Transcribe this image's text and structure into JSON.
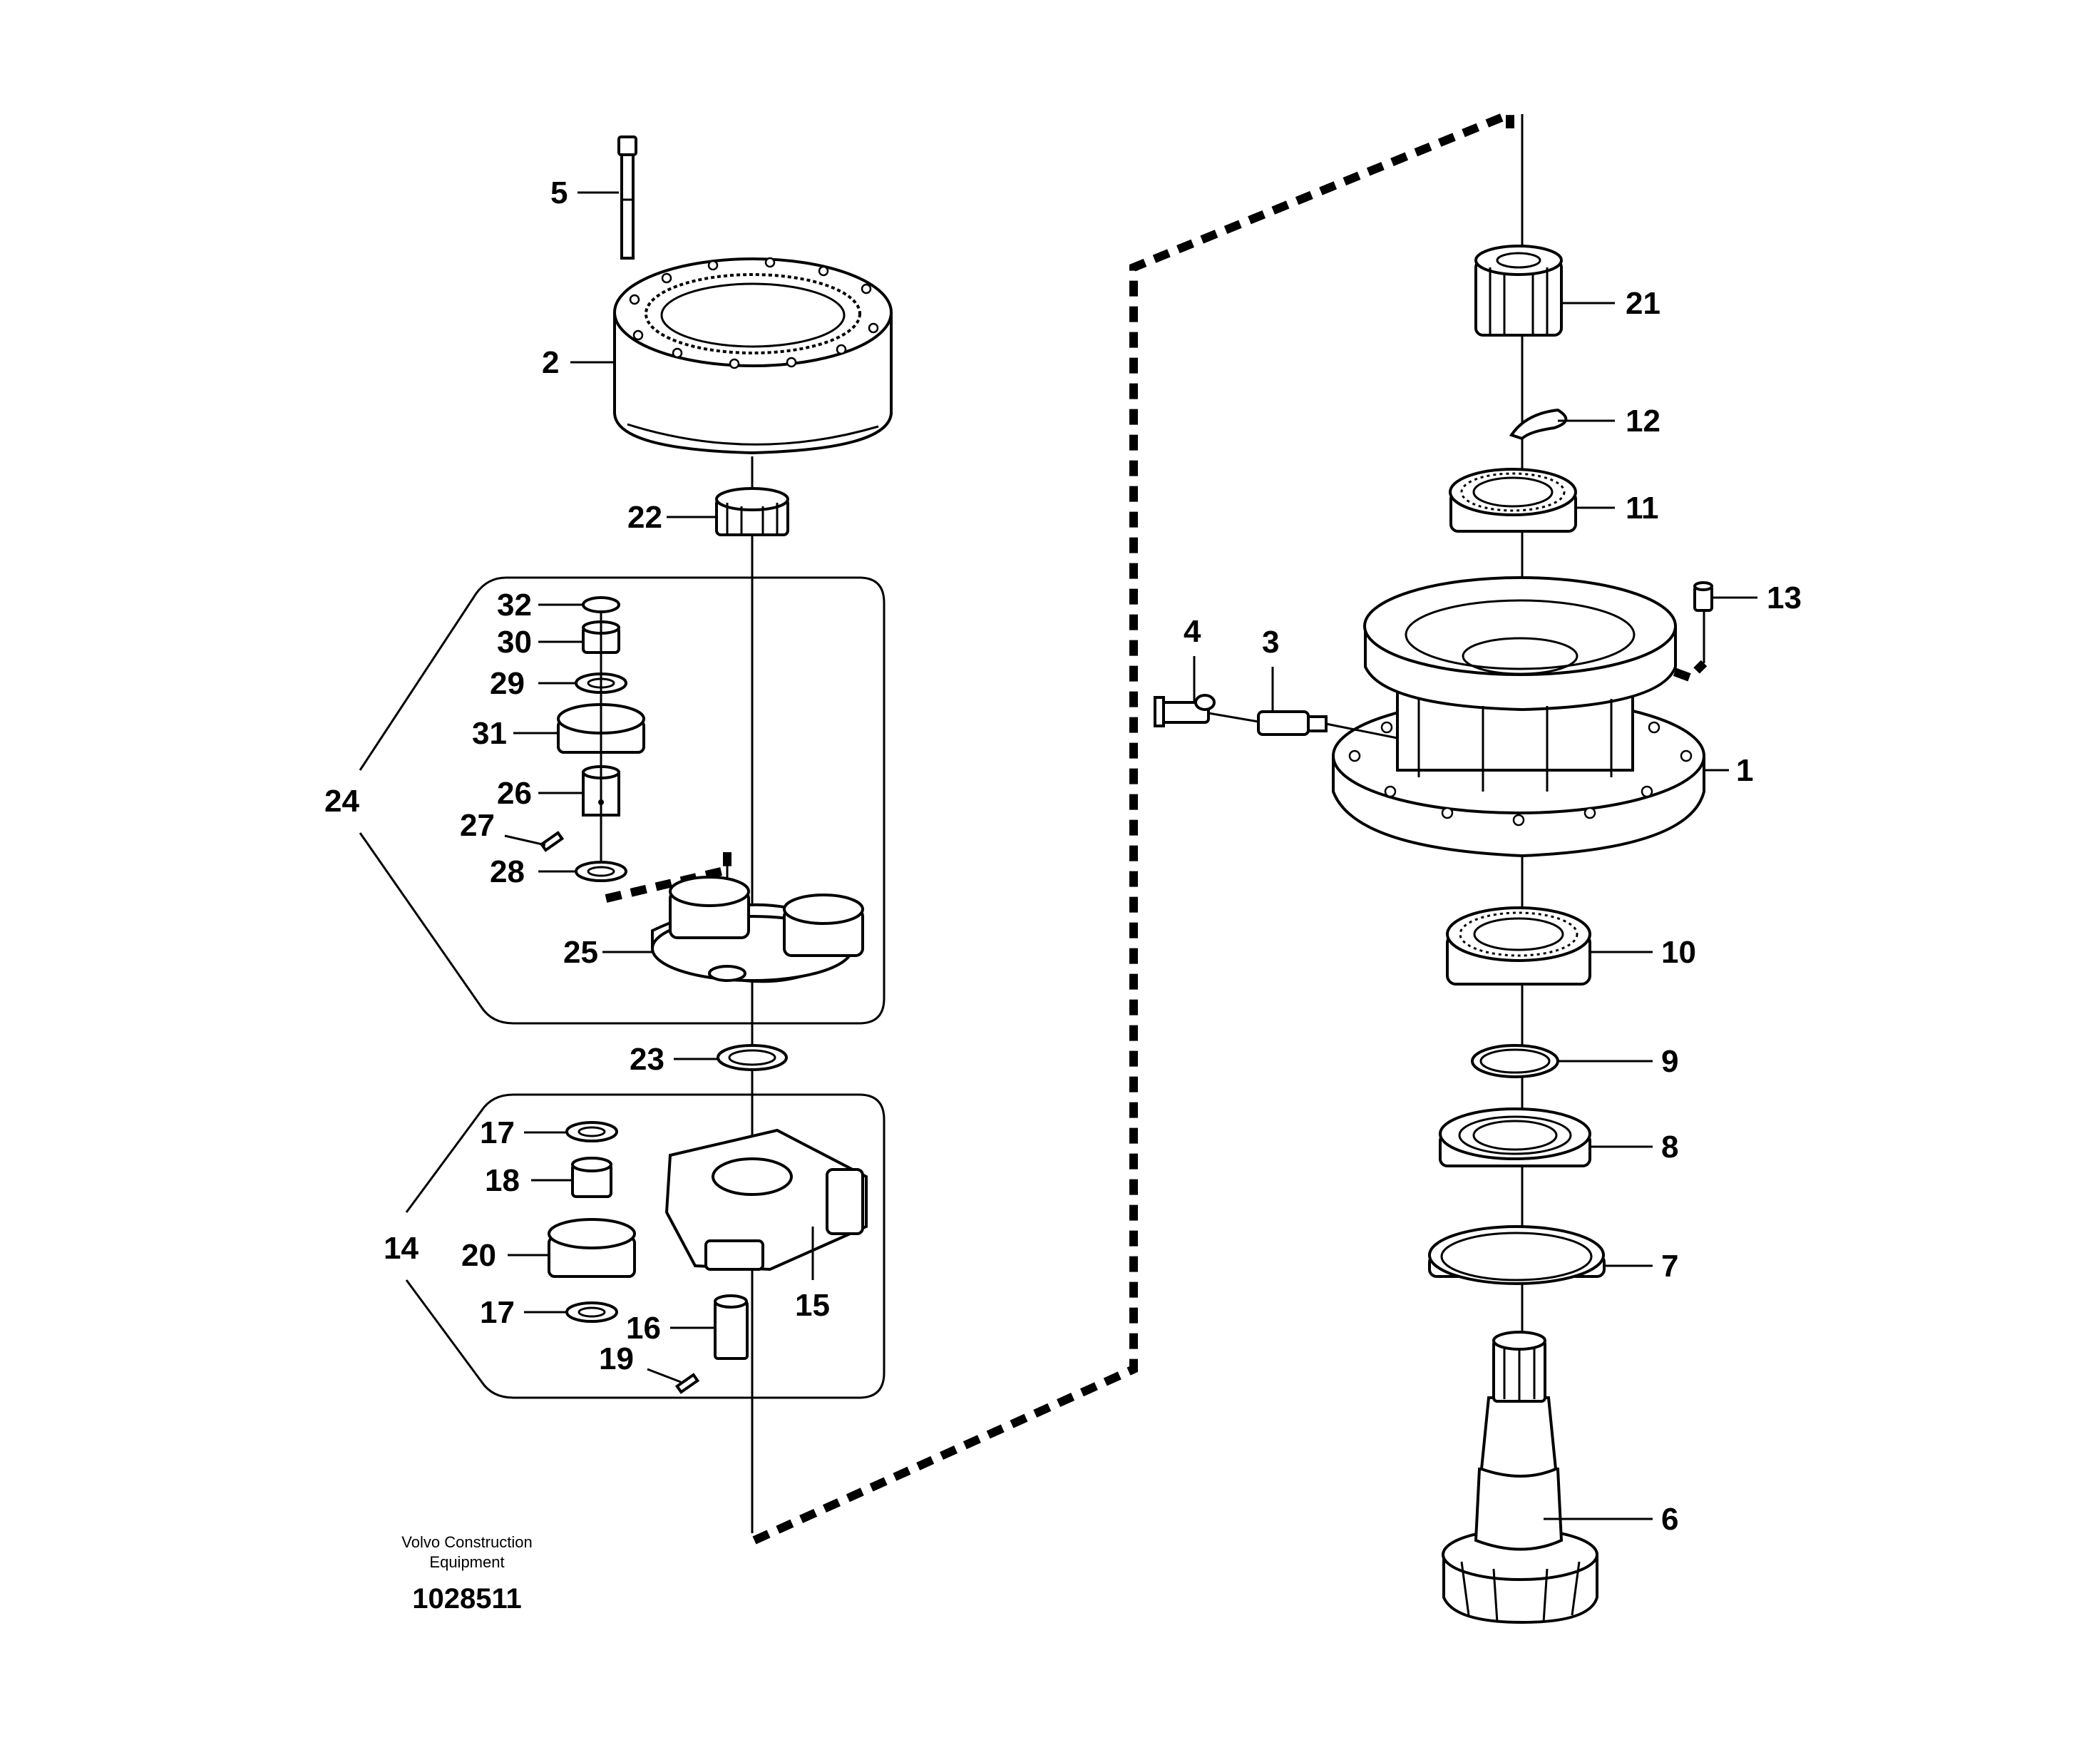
{
  "brand": {
    "line1": "Volvo Construction",
    "line2": "Equipment"
  },
  "drawing_number": "1028511",
  "callouts": {
    "c1": "1",
    "c2": "2",
    "c3": "3",
    "c4": "4",
    "c5": "5",
    "c6": "6",
    "c7": "7",
    "c8": "8",
    "c9": "9",
    "c10": "10",
    "c11": "11",
    "c12": "12",
    "c13": "13",
    "c14": "14",
    "c15": "15",
    "c16": "16",
    "c17a": "17",
    "c17b": "17",
    "c18": "18",
    "c19": "19",
    "c20": "20",
    "c21": "21",
    "c22": "22",
    "c23": "23",
    "c24": "24",
    "c25": "25",
    "c26": "26",
    "c27": "27",
    "c28": "28",
    "c29": "29",
    "c30": "30",
    "c31": "31",
    "c32": "32"
  }
}
